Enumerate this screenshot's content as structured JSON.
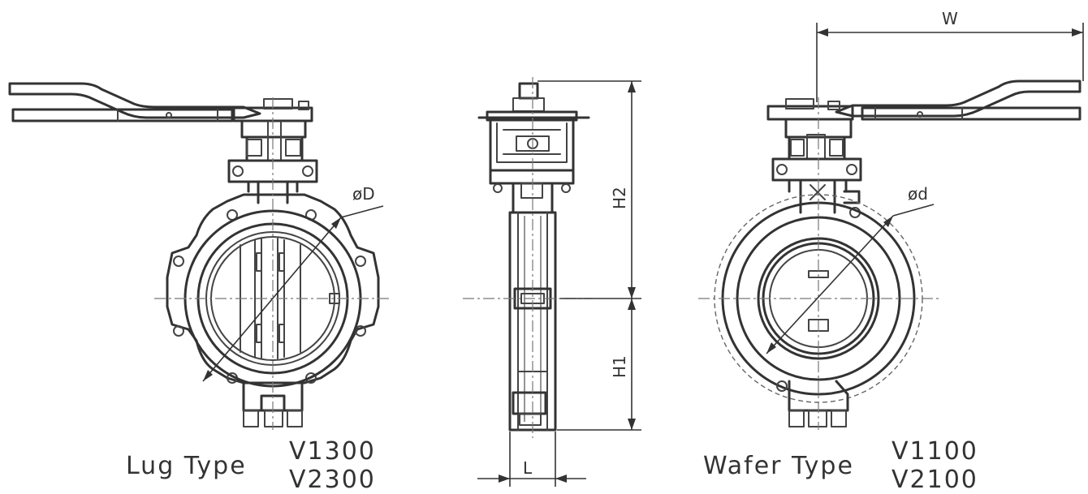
{
  "labels": {
    "lug_type": "Lug Type",
    "lug_codes": [
      "V1300",
      "V2300"
    ],
    "wafer_type": "Wafer Type",
    "wafer_codes": [
      "V1100",
      "V2100"
    ]
  },
  "dimensions": {
    "w": "W",
    "h1": "H1",
    "h2": "H2",
    "l": "L",
    "od_upper": "øD",
    "od_lower": "ød"
  }
}
